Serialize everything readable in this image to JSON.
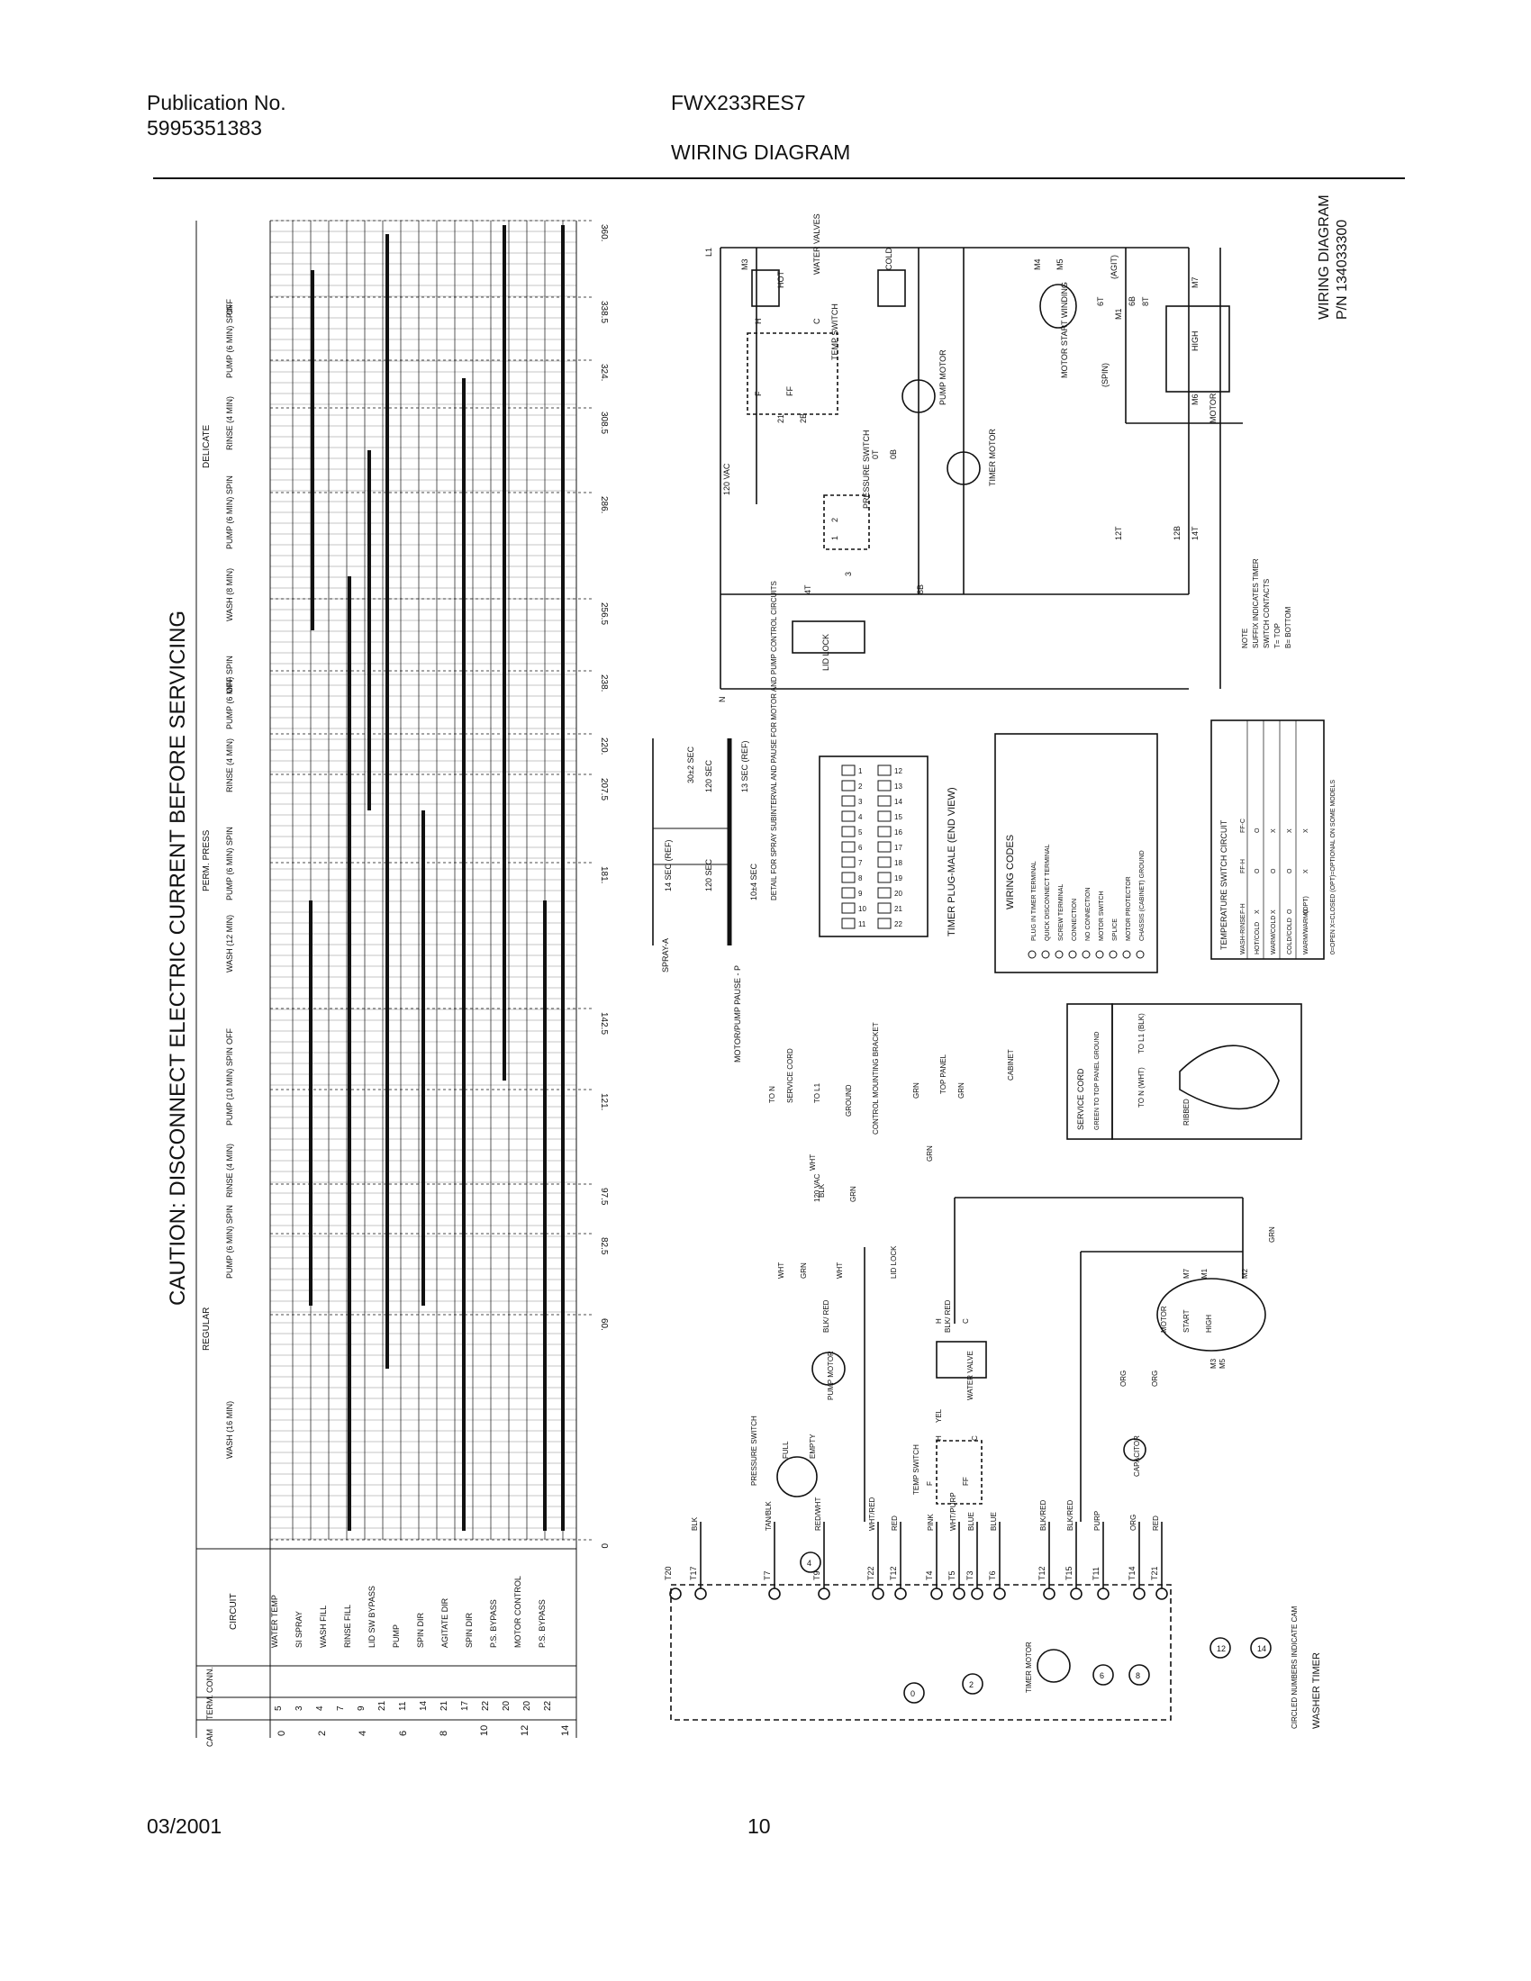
{
  "header": {
    "publication_label": "Publication No.",
    "publication_number": "5995351383",
    "model": "FWX233RES7",
    "title": "WIRING DIAGRAM"
  },
  "footer": {
    "date": "03/2001",
    "page": "10"
  },
  "timer_chart": {
    "caution": "CAUTION: DISCONNECT ELECTRIC CURRENT BEFORE SERVICING",
    "degree_marks": [
      "0",
      "60.",
      "82.5",
      "97.5",
      "121.",
      "142.5",
      "181.",
      "207.5",
      "220.",
      "238.",
      "256.5",
      "286.",
      "308.5",
      "324.",
      "338.5",
      "360."
    ],
    "cycles": [
      {
        "name": "REGULAR",
        "phases": [
          "WASH (16 MIN)",
          "PUMP (6 MIN) SPIN",
          "RINSE (4 MIN)",
          "PUMP (10 MIN) SPIN",
          "OFF"
        ]
      },
      {
        "name": "PERM. PRESS",
        "phases": [
          "WASH (12 MIN)",
          "PUMP (6 MIN) SPIN",
          "RINSE (4 MIN)",
          "PUMP (6 MIN) SPIN",
          "OFF"
        ]
      },
      {
        "name": "DELICATE",
        "phases": [
          "WASH (8 MIN)",
          "PUMP (6 MIN) SPIN",
          "RINSE (4 MIN)",
          "PUMP (6 MIN) SPIN",
          "OFF"
        ]
      }
    ],
    "circuit_header": "CIRCUIT",
    "circuits": [
      "WATER TEMP",
      "SI SPRAY",
      "WASH FILL",
      "RINSE FILL",
      "LID SW BYPASS",
      "PUMP",
      "SPIN DIR",
      "AGITATE DIR",
      "SPIN DIR",
      "P.S. BYPASS",
      "MOTOR CONTROL",
      "P.S. BYPASS"
    ],
    "cam_numbers": [
      "0",
      "2",
      "4",
      "6",
      "8",
      "10",
      "12",
      "14"
    ],
    "terminals": [
      "5",
      "3",
      "4",
      "7",
      "9",
      "21",
      "11",
      "14",
      "21",
      "17",
      "22",
      "20",
      "20",
      "22"
    ],
    "col_headers": [
      "CAM",
      "TERM.",
      "CONN."
    ]
  },
  "schematic": {
    "title_line1": "WIRING DIAGRAM",
    "title_line2": "P/N 134033300",
    "labels": [
      "L1",
      "M3",
      "HOT",
      "WATER VALVES",
      "COLD",
      "H",
      "C",
      "TEMP SWITCH",
      "F",
      "FF",
      "21",
      "2B",
      "0T",
      "0B",
      "PUMP MOTOR",
      "120 VAC",
      "TIMER MOTOR",
      "PRESSURE SWITCH",
      "1",
      "2",
      "3",
      "4T",
      "8B",
      "LID LOCK",
      "N",
      "MOTOR START WINDING",
      "(AGIT)",
      "(SPIN)",
      "6T",
      "6B",
      "M1",
      "M4",
      "M5",
      "8T",
      "M7",
      "HIGH",
      "M6",
      "MOTOR",
      "12T",
      "12B",
      "14T"
    ],
    "note": [
      "NOTE",
      "SUFFIX INDICATES TIMER",
      "SWITCH CONTACTS",
      "T= TOP",
      "B= BOTTOM"
    ]
  },
  "timing_detail": {
    "labels": [
      "14 SEC (REF)",
      "30±2 SEC",
      "120 SEC",
      "13 SEC (REF)",
      "120 SEC",
      "10±4 SEC",
      "SPRAY-A",
      "MOTOR/PUMP PAUSE - P"
    ],
    "caption": "DETAIL FOR SPRAY SUBINTERVAL AND PAUSE FOR MOTOR AND PUMP CONTROL CIRCUITS"
  },
  "timer_plug": {
    "title": "TIMER PLUG-MALE (END VIEW)",
    "pins": [
      "1",
      "2",
      "3",
      "4",
      "5",
      "6",
      "7",
      "8",
      "9",
      "10",
      "11",
      "12",
      "13",
      "14",
      "15",
      "16",
      "17",
      "18",
      "19",
      "20",
      "21",
      "22"
    ]
  },
  "wiring_codes": {
    "title": "WIRING CODES",
    "items": [
      "PLUG IN TIMER TERMINAL",
      "QUICK DISCONNECT TERMINAL",
      "SCREW TERMINAL",
      "CONNECTION",
      "NO CONNECTION",
      "MOTOR SWITCH",
      "SPLICE",
      "MOTOR PROTECTOR",
      "CHASSIS (CABINET) GROUND"
    ]
  },
  "temp_switch_table": {
    "title": "TEMPERATURE SWITCH CIRCUIT",
    "headers": [
      "WASH-RINSE",
      "F-H",
      "FF-H",
      "FF-C"
    ],
    "rows": [
      [
        "HOT/COLD",
        "X",
        "O",
        "O"
      ],
      [
        "WARM/COLD",
        "X",
        "O",
        "X"
      ],
      [
        "COLD/COLD",
        "O",
        "O",
        "X"
      ],
      [
        "WARM/WARM(OPT)",
        "O",
        "X",
        "X"
      ]
    ],
    "legend": "0=OPEN X=CLOSED (OPT)=OPTIONAL ON SOME MODELS"
  },
  "service_cord": {
    "title": "SERVICE CORD",
    "subtitle": "GREEN TO TOP PANEL GROUND",
    "labels": [
      "TO L1 (BLK)",
      "TO N (WHT)",
      "RIBBED"
    ]
  },
  "harness": {
    "labels": [
      "TO N",
      "SERVICE CORD",
      "TO L1",
      "GROUND",
      "CONTROL MOUNTING BRACKET",
      "GRN",
      "TOP PANEL",
      "GRN",
      "CABINET",
      "120 VAC",
      "WHT",
      "BLK",
      "GRN",
      "GRN",
      "WHT",
      "GRN",
      "WHT",
      "LID LOCK",
      "BLK/ RED",
      "BLK/ RED",
      "PUMP MOTOR",
      "WATER VALVE",
      "H",
      "C",
      "PRESSURE SWITCH",
      "FULL",
      "EMPTY",
      "YEL",
      "TEMP SWITCH",
      "H",
      "C",
      "F",
      "FF",
      "MOTOR",
      "START",
      "HIGH",
      "M1",
      "M2",
      "M3",
      "M5",
      "M7",
      "ORG",
      "CAPACITOR",
      "ORG",
      "GRN"
    ],
    "wire_colors": [
      "BLK",
      "TAN/BLK",
      "RED/WHT",
      "WHT/RED",
      "RED",
      "PINK",
      "WHT/PURP",
      "BLUE",
      "BLUE",
      "BLK/RED",
      "BLK/RED",
      "PURP",
      "ORG",
      "RED"
    ],
    "terminals": [
      "T20",
      "T17",
      "T7",
      "T9",
      "T22",
      "T12",
      "T4",
      "T5",
      "T3",
      "T6",
      "T12",
      "T15",
      "T11",
      "T14",
      "T21"
    ],
    "timer_title": "WASHER TIMER",
    "timer_note": "CIRCLED NUMBERS INDICATE CAM",
    "timer_motor": "TIMER MOTOR",
    "cams": [
      "4",
      "0",
      "2",
      "6",
      "8",
      "12",
      "14"
    ]
  }
}
